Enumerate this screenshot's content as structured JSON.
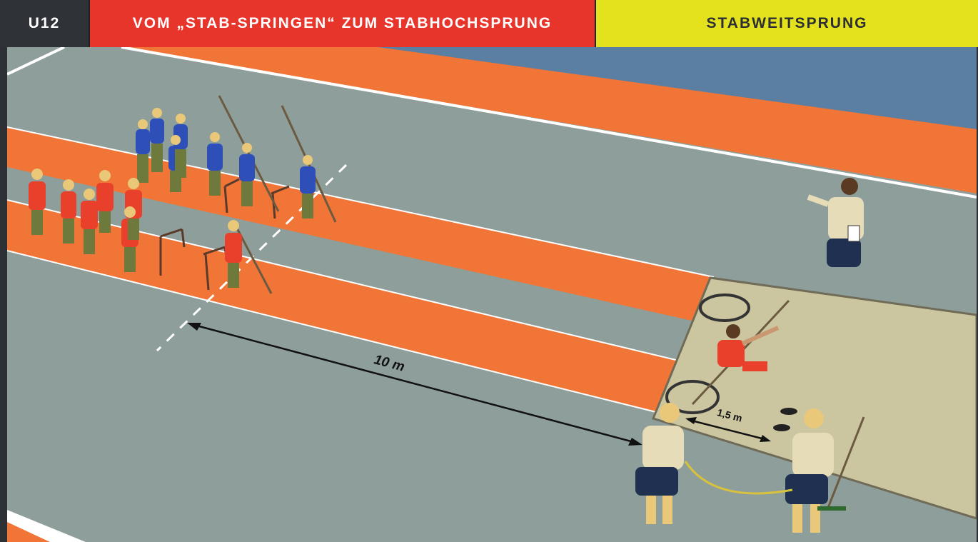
{
  "header": {
    "level": "U12",
    "title": "VOM „STAB-SPRINGEN“ ZUM STABHOCHSPRUNG",
    "subtitle": "STABWEITSPRUNG"
  },
  "scene": {
    "distance_label": "10 m",
    "pit_distance_label": "1,5 m"
  },
  "colors": {
    "level_bg": "#2f3337",
    "title_bg": "#e8352c",
    "subtitle_bg": "#e3e21d",
    "track_gray": "#8e9e9b",
    "track_orange": "#f07536",
    "infield_blue": "#5a7fa3",
    "pit_sand": "#cbc6a0",
    "team_red": "#e8402b",
    "team_blue": "#2f4fb8"
  }
}
